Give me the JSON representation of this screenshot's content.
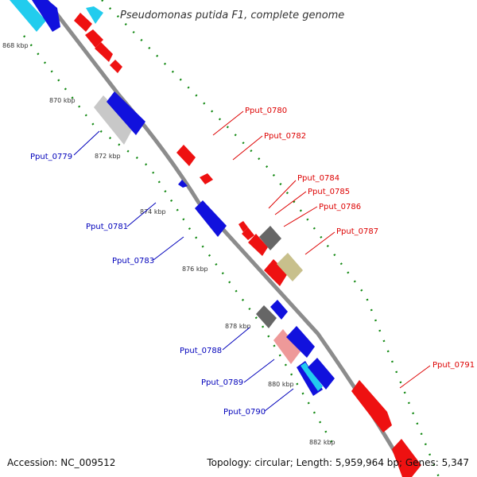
{
  "title": "Pseudomonas putida F1, complete genome",
  "footer": {
    "accession": "Accession: NC_009512",
    "topology": "Topology: circular; Length: 5,959,964 bp; Genes: 5,347"
  },
  "colors": {
    "backbone": "#8c8c8c",
    "forward": "#ee1111",
    "reverse": "#1111dd",
    "cyan": "#22ccee",
    "gray": "#c8c8c8",
    "darkgray": "#666666",
    "khaki": "#c8c08c",
    "pink": "#ee9999",
    "tick": "#118811",
    "label_forward": "#dd0000",
    "label_reverse": "#0000bb"
  },
  "scale_labels": [
    "868 kbp",
    "870 kbp",
    "872 kbp",
    "874 kbp",
    "876 kbp",
    "878 kbp",
    "880 kbp",
    "882 kbp"
  ],
  "labels": {
    "forward": [
      "Pput_0780",
      "Pput_0782",
      "Pput_0784",
      "Pput_0785",
      "Pput_0786",
      "Pput_0787",
      "Pput_0791"
    ],
    "reverse": [
      "Pput_0779",
      "Pput_0781",
      "Pput_0783",
      "Pput_0788",
      "Pput_0789",
      "Pput_0790"
    ]
  }
}
